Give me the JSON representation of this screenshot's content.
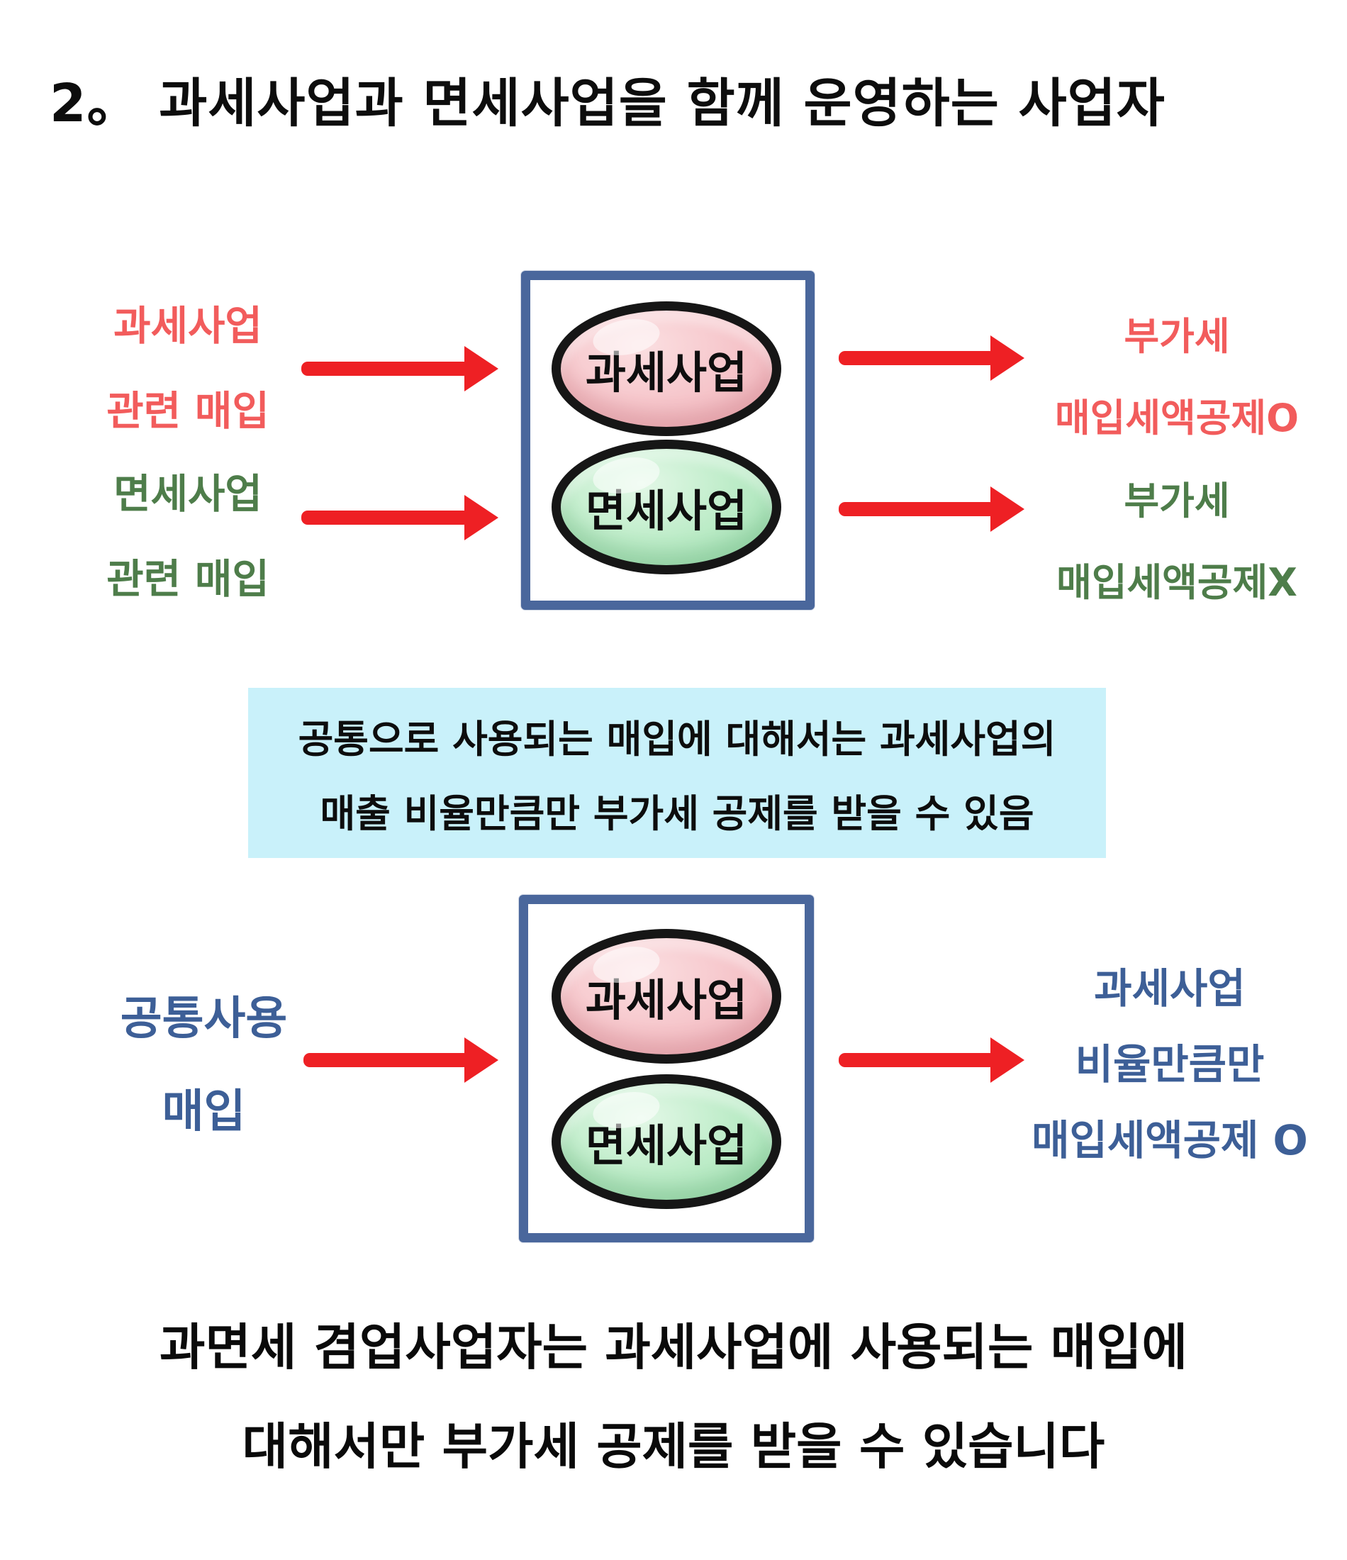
{
  "title": "2。 과세사업과 면세사업을 함께 운영하는 사업자",
  "colors": {
    "arrow_red": "#ee2024",
    "salmon_text": "#f25c5c",
    "green_text": "#4e7d4a",
    "blue_text": "#3d5f97",
    "box_border_blue": "#4a679c",
    "callout_bg": "#c9f1fa",
    "pink_oval": "#f6c6cb",
    "green_oval": "#bdecc8"
  },
  "diagram1": {
    "left_label_taxable": {
      "line1": "과세사업",
      "line2": "관련 매입"
    },
    "left_label_exempt": {
      "line1": "면세사업",
      "line2": "관련 매입"
    },
    "oval_taxable": "과세사업",
    "oval_exempt": "면세사업",
    "right_label_taxable": {
      "line1": "부가세",
      "line2": "매입세액공제O"
    },
    "right_label_exempt": {
      "line1": "부가세",
      "line2": "매입세액공제X"
    }
  },
  "callout": {
    "line1": "공통으로 사용되는 매입에 대해서는 과세사업의",
    "line2": "매출 비율만큼만 부가세 공제를 받을 수 있음"
  },
  "diagram2": {
    "left_label_common": {
      "line1": "공통사용",
      "line2": "매입"
    },
    "oval_taxable": "과세사업",
    "oval_exempt": "면세사업",
    "right_label_result": {
      "line1": "과세사업",
      "line2": "비율만큼만",
      "line3": "매입세액공제 O"
    }
  },
  "footer": {
    "line1": "과면세 겸업사업자는 과세사업에 사용되는 매입에",
    "line2": "대해서만 부가세 공제를 받을 수 있습니다"
  }
}
